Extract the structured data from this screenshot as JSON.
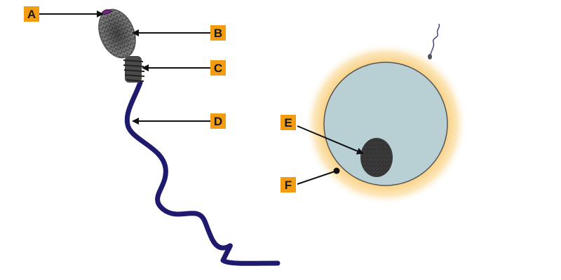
{
  "labels": {
    "a": "A",
    "b": "B",
    "c": "C",
    "d": "D",
    "e": "E",
    "f": "F"
  },
  "colors": {
    "label_box": "#f39c12",
    "tail": "#1f1a6e",
    "head_body": "#6f6f6f",
    "acrosome": "#6a2a7a",
    "egg_cytoplasm": "#b8d0d4",
    "egg_glow": "#f7c66a",
    "nucleus": "#3a3a3a"
  }
}
